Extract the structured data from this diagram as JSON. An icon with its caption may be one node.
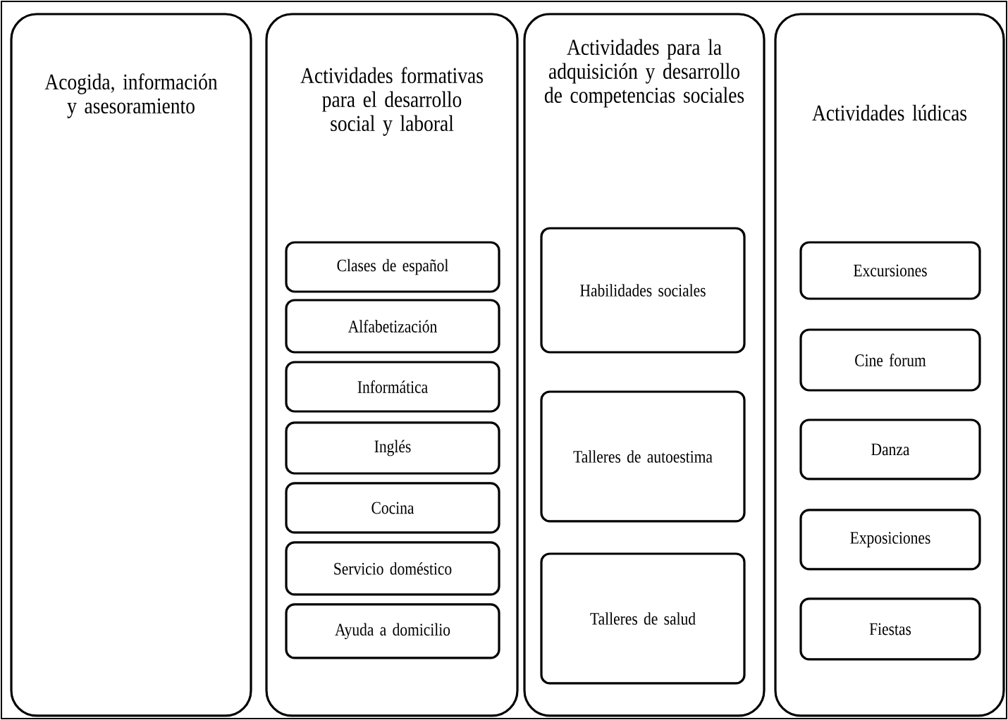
{
  "diagram": {
    "nodes": [
      {
        "text": [
          "Acogida, información y asesoramiento"
        ]
      },
      {
        "text": [
          "Actividades formativas para el desarrollo social y laboral"
        ]
      },
      {
        "text": [
          "Clases de español"
        ],
        "in": 1
      },
      {
        "text": [
          "Alfabetización"
        ],
        "in": 1
      },
      {
        "text": [
          "Informática"
        ],
        "in": 1
      },
      {
        "text": [
          "Inglés"
        ],
        "in": 1
      },
      {
        "text": [
          "Cocina"
        ],
        "in": 1
      },
      {
        "text": [
          "Servicio doméstico"
        ],
        "in": 1
      },
      {
        "text": [
          "Ayuda a domicilio"
        ],
        "in": 1
      },
      {
        "text": [
          "Actividades para la adquisición y desarrollo de competencias sociales"
        ]
      },
      {
        "text": [
          "Habilidades sociales"
        ],
        "in": 9
      },
      {
        "text": [
          "Talleres de autoestima"
        ],
        "in": 9
      },
      {
        "text": [
          "Talleres de salud"
        ],
        "in": 9
      },
      {
        "text": [
          "Actividades lúdicas"
        ]
      },
      {
        "text": [
          "Excursiones"
        ],
        "in": 13
      },
      {
        "text": [
          "Cine forum"
        ],
        "in": 13
      },
      {
        "text": [
          "Danza"
        ],
        "in": 13
      },
      {
        "text": [
          "Exposiciones"
        ],
        "in": 13
      },
      {
        "text": [
          "Fiestas"
        ],
        "in": 13
      }
    ]
  }
}
